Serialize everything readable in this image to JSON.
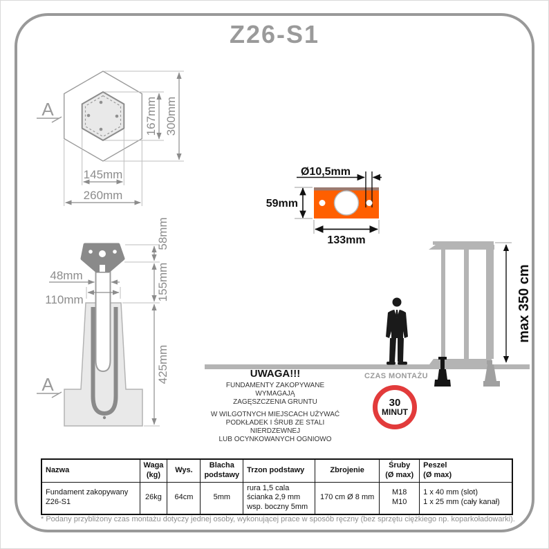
{
  "title": "Z26-S1",
  "colors": {
    "plate_orange": "#ff5f00",
    "plate_edge": "#9b7a70",
    "sign_red": "#e23b3b",
    "drawing_gray": "#8c8c8c",
    "concrete_gray": "#e9e9e9",
    "structure_gray": "#b4b4b4"
  },
  "hex_view": {
    "section_label": "A",
    "inner_height": "167mm",
    "outer_height": "300mm",
    "inner_width": "145mm",
    "outer_width": "260mm"
  },
  "plate_view": {
    "hole_dia": "Ø10,5mm",
    "height": "59mm",
    "width": "133mm"
  },
  "side_view": {
    "section_label": "A",
    "head_height": "58mm",
    "above_ground": "155mm",
    "depth": "425mm",
    "tube_width": "48mm",
    "top_width": "110mm"
  },
  "scene": {
    "max_height": "max 350 cm"
  },
  "warning": {
    "title": "UWAGA!!!",
    "para1": "FUNDAMENTY ZAKOPYWANE WYMAGAJĄ\nZAGĘSZCZENIA GRUNTU",
    "para2": "W WILGOTNYCH MIEJSCACH UŻYWAĆ\nPODKŁADEK I ŚRUB ZE STALI NIERDZEWNEJ\nLUB OCYNKOWANYCH OGNIOWO"
  },
  "montage": {
    "label": "CZAS MONTAŻU",
    "minutes": "30",
    "unit": "MINUT"
  },
  "table": {
    "headers": [
      "Nazwa",
      "Waga\n(kg)",
      "Wys.",
      "Blacha\npodstawy",
      "Trzon podstawy",
      "Zbrojenie",
      "Śruby\n(Ø max)",
      "Peszel\n(Ø max)"
    ],
    "row": [
      "Fundament zakopywany\nZ26-S1",
      "26kg",
      "64cm",
      "5mm",
      "rura 1,5 cala\nścianka 2,9 mm\nwsp. boczny 5mm",
      "170 cm Ø 8 mm",
      "M18\nM10",
      "1 x 40 mm (slot)\n1 x 25 mm (cały kanał)"
    ]
  },
  "footnote": "* Podany przybliżony czas montażu dotyczy jednej osoby, wykonującej prace w sposób ręczny (bez sprzętu ciężkiego np. koparkoładowarki)."
}
